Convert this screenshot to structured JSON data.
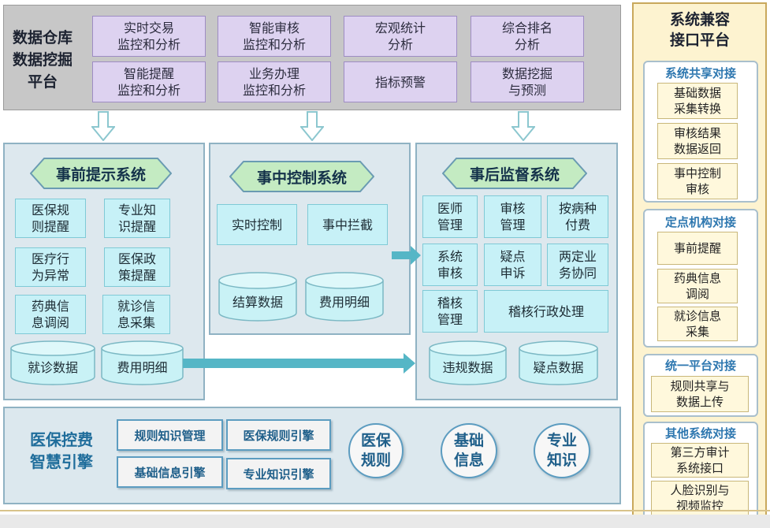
{
  "top": {
    "title": [
      "数据仓库",
      "数据挖掘",
      "平台"
    ],
    "boxes": [
      [
        "实时交易",
        "监控和分析"
      ],
      [
        "智能审核",
        "监控和分析"
      ],
      [
        "宏观统计",
        "分析"
      ],
      [
        "综合排名",
        "分析"
      ],
      [
        "智能提醒",
        "监控和分析"
      ],
      [
        "业务办理",
        "监控和分析"
      ],
      [
        "指标预警"
      ],
      [
        "数据挖掘",
        "与预测"
      ]
    ]
  },
  "pre": {
    "title": "事前提示系统",
    "boxes": [
      [
        "医保规",
        "则提醒"
      ],
      [
        "专业知",
        "识提醒"
      ],
      [
        "医疗行",
        "为异常"
      ],
      [
        "医保政",
        "策提醒"
      ],
      [
        "药典信",
        "息调阅"
      ],
      [
        "就诊信",
        "息采集"
      ]
    ],
    "db": [
      "就诊数据",
      "费用明细"
    ]
  },
  "mid": {
    "title": "事中控制系统",
    "boxes": [
      "实时控制",
      "事中拦截"
    ],
    "db": [
      "结算数据",
      "费用明细"
    ]
  },
  "post": {
    "title": "事后监督系统",
    "boxes": [
      [
        "医师",
        "管理"
      ],
      [
        "审核",
        "管理"
      ],
      [
        "按病种",
        "付费"
      ],
      [
        "系统",
        "审核"
      ],
      [
        "疑点",
        "申诉"
      ],
      [
        "两定业",
        "务协同"
      ],
      [
        "稽核",
        "管理"
      ],
      [
        "稽核行政处理"
      ]
    ],
    "db": [
      "违规数据",
      "疑点数据"
    ]
  },
  "engine": {
    "title": [
      "医保控费",
      "智慧引擎"
    ],
    "buttons": [
      "规则知识管理",
      "医保规则引擎",
      "基础信息引擎",
      "专业知识引擎"
    ],
    "circles": [
      [
        "医保",
        "规则"
      ],
      [
        "基础",
        "信息"
      ],
      [
        "专业",
        "知识"
      ]
    ]
  },
  "compat": {
    "title": [
      "系统兼容",
      "接口平台"
    ],
    "groups": [
      {
        "title": "系统共享对接",
        "items": [
          [
            "基础数据",
            "采集转换"
          ],
          [
            "审核结果",
            "数据返回"
          ],
          [
            "事中控制",
            "审核"
          ]
        ]
      },
      {
        "title": "定点机构对接",
        "items": [
          [
            "事前提醒"
          ],
          [
            "药典信息",
            "调阅"
          ],
          [
            "就诊信息",
            "采集"
          ]
        ]
      },
      {
        "title": "统一平台对接",
        "items": [
          [
            "规则共享与",
            "数据上传"
          ]
        ]
      },
      {
        "title": "其他系统对接",
        "items": [
          [
            "第三方审计",
            "系统接口"
          ],
          [
            "人脸识别与",
            "视频监控"
          ]
        ]
      }
    ]
  },
  "colors": {
    "hex_fill": "#c4ebc2",
    "hex_stroke": "#6a9bb2",
    "cyl_fill": "#c9f2f6",
    "cyl_stroke": "#7bb8c4",
    "arrow": "#55b6c6"
  }
}
